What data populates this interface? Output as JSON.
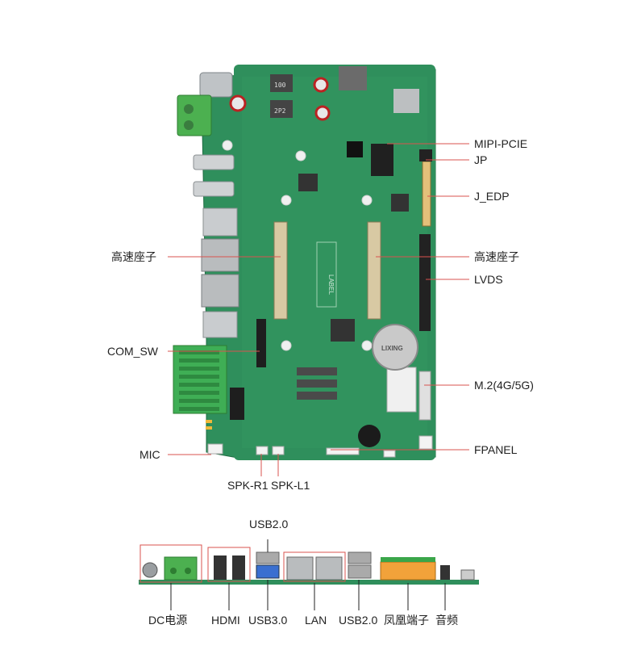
{
  "callouts_right": {
    "mipi_pcie": "MIPI-PCIE",
    "jp": "JP",
    "j_edp": "J_EDP",
    "high_speed_conn_right": "高速座子",
    "lvds": "LVDS",
    "m2": "M.2(4G/5G)",
    "fpanel": "FPANEL"
  },
  "callouts_left": {
    "high_speed_conn_left": "高速座子",
    "com_sw": "COM_SW",
    "mic": "MIC"
  },
  "callouts_bottom": {
    "spk_r1": "SPK-R1",
    "spk_l1": "SPK-L1"
  },
  "io_panel": {
    "usb20_top": "USB2.0",
    "dc_power": "DC电源",
    "hdmi": "HDMI",
    "usb30": "USB3.0",
    "lan": "LAN",
    "usb20_bottom": "USB2.0",
    "phoenix_terminal": "凤凰端子",
    "audio": "音频"
  },
  "board_text": {
    "label_silk": "LABEL",
    "chip_top_1": "100",
    "chip_top_2": "2P2",
    "battery_text": "LIXING"
  },
  "colors": {
    "pcb_green": "#2f8f5c",
    "pcb_dark": "#23734a",
    "callout_line": "#d9534f",
    "terminal_green": "#3aa64a",
    "phoenix_orange": "#f2a23a",
    "highlight_box": "#d9534f"
  }
}
